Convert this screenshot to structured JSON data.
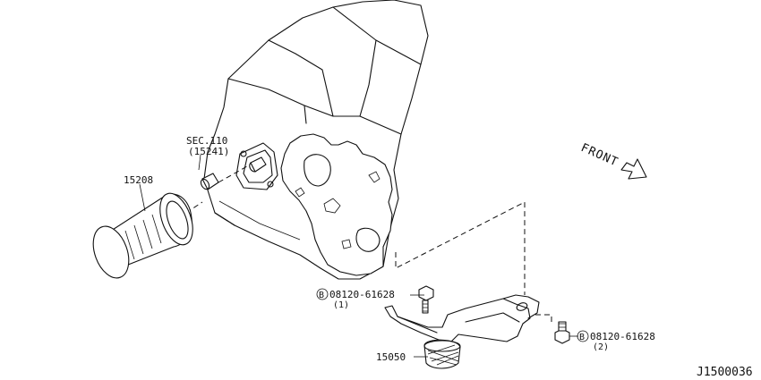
{
  "labels": {
    "sec_ref": "SEC.110",
    "sec_ref_part": "(15241)",
    "oil_filter": "15208",
    "strainer": "15050",
    "bolt_1_code": "08120-61628",
    "bolt_1_qty": "(1)",
    "bolt_2_code": "08120-61628",
    "bolt_2_qty": "(2)",
    "bolt_symbol": "B",
    "front": "FRONT",
    "diagram_id": "J1500036"
  },
  "colors": {
    "line": "#111111",
    "background": "#ffffff"
  },
  "icons": [
    "front-arrow-icon",
    "bolt-symbol-icon"
  ]
}
